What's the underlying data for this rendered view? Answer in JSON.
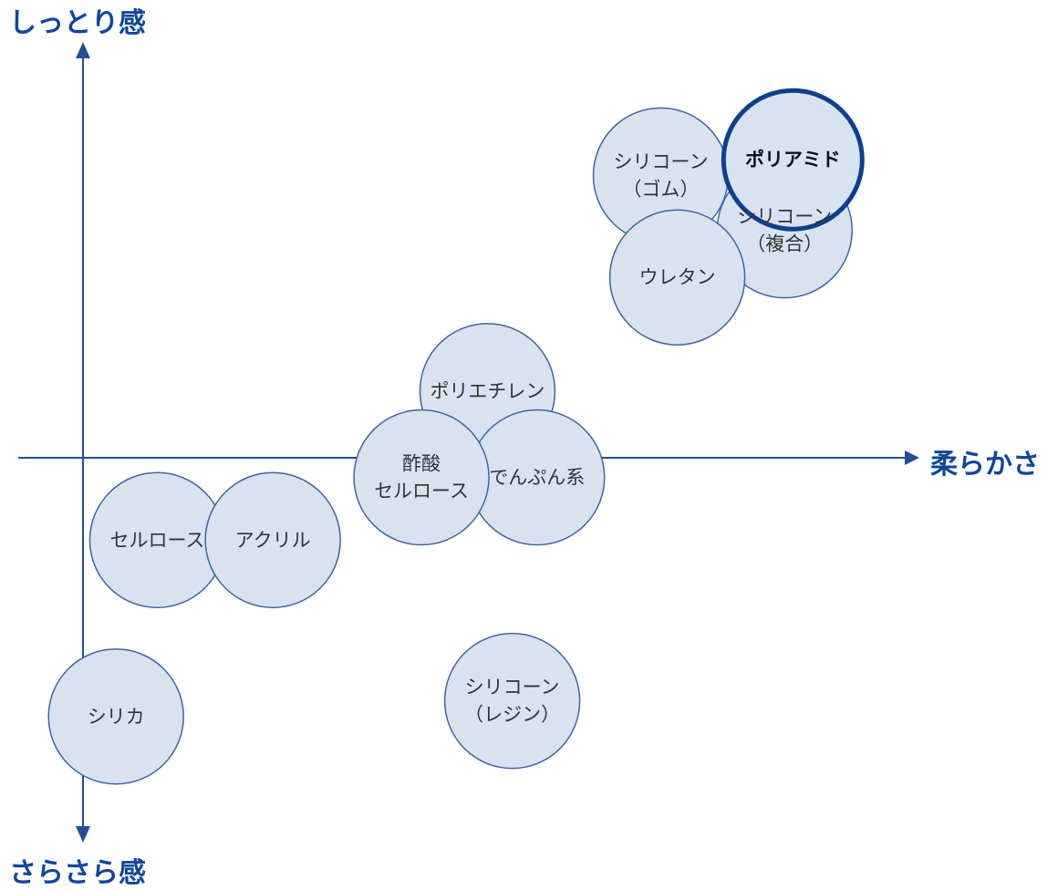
{
  "axes": {
    "top": "しっとり感",
    "bottom": "さらさら感",
    "right": "柔らかさ"
  },
  "colors": {
    "axis": "#1f4f9c",
    "fill": "#d9e3f0",
    "stroke": "#3d65a8",
    "highlight": "#0d3f8f",
    "text": "#333333"
  },
  "materials": [
    {
      "id": "silicone-composite",
      "lines": [
        "シリコーン",
        "（複合）"
      ],
      "softness": 0.85,
      "moist": 0.58,
      "highlight": false
    },
    {
      "id": "silicone-rubber",
      "lines": [
        "シリコーン",
        "（ゴム）"
      ],
      "softness": 0.7,
      "moist": 0.72,
      "highlight": false
    },
    {
      "id": "urethane",
      "lines": [
        "ウレタン"
      ],
      "softness": 0.72,
      "moist": 0.46,
      "highlight": false
    },
    {
      "id": "polyamide",
      "lines": [
        "ポリアミド"
      ],
      "softness": 0.86,
      "moist": 0.76,
      "highlight": true
    },
    {
      "id": "polyethylene",
      "lines": [
        "ポリエチレン"
      ],
      "softness": 0.49,
      "moist": 0.17,
      "highlight": false
    },
    {
      "id": "starch",
      "lines": [
        "でんぷん系"
      ],
      "softness": 0.55,
      "moist": -0.05,
      "highlight": false
    },
    {
      "id": "cellulose-acetate",
      "lines": [
        "酢酸",
        "セルロース"
      ],
      "softness": 0.41,
      "moist": -0.05,
      "highlight": false
    },
    {
      "id": "cellulose",
      "lines": [
        "セルロース"
      ],
      "softness": 0.09,
      "moist": -0.21,
      "highlight": false
    },
    {
      "id": "acrylic",
      "lines": [
        "アクリル"
      ],
      "softness": 0.23,
      "moist": -0.21,
      "highlight": false
    },
    {
      "id": "silica",
      "lines": [
        "シリカ"
      ],
      "softness": 0.04,
      "moist": -0.66,
      "highlight": false
    },
    {
      "id": "silicone-resin",
      "lines": [
        "シリコーン",
        "（レジン）"
      ],
      "softness": 0.52,
      "moist": -0.62,
      "highlight": false
    }
  ]
}
